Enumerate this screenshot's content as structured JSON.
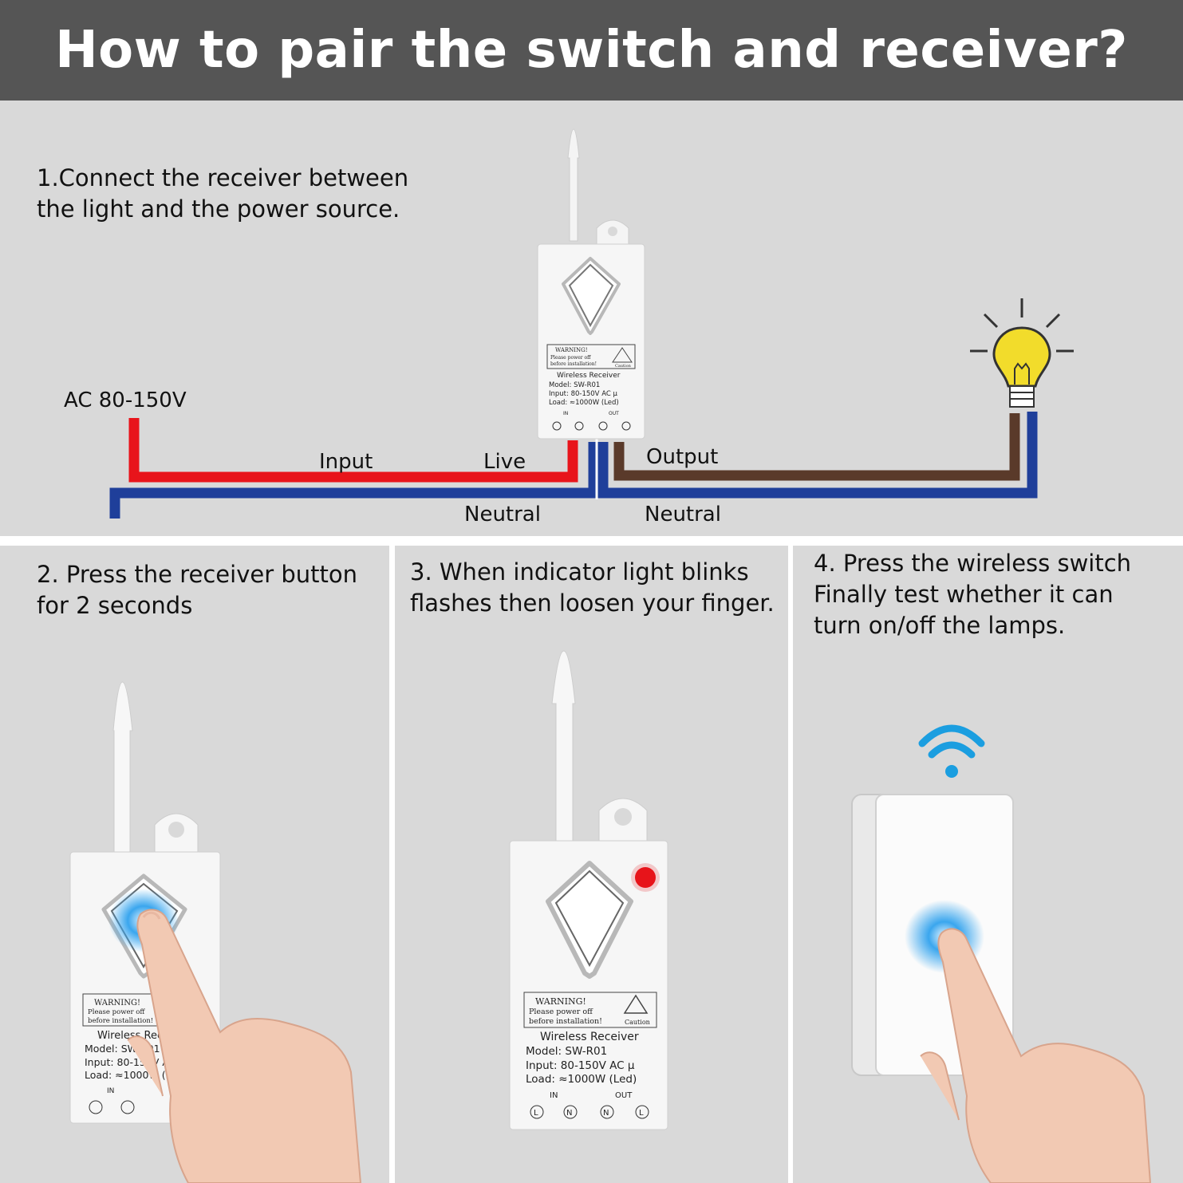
{
  "title": "How to pair the switch and receiver?",
  "steps": [
    {
      "text": "1.Connect the receiver between\nthe light and the power source."
    },
    {
      "text": "2. Press the receiver button\nfor 2 seconds"
    },
    {
      "text": "3. When indicator light blinks\nflashes then loosen your finger."
    },
    {
      "text": "4. Press the wireless switch\nFinally test whether it can\nturn on/off the lamps."
    }
  ],
  "wiring": {
    "power_label": "AC 80-150V",
    "input_label": "Input",
    "live_label": "Live",
    "output_label": "Output",
    "neutral_left": "Neutral",
    "neutral_right": "Neutral"
  },
  "receiver": {
    "warning_title": "WARNING!",
    "warning_line1": "Please power off",
    "warning_line2": "before installation!",
    "caution": "Caution",
    "name": "Wireless Receiver",
    "model": "Model: SW-R01",
    "input": "Input:  80-150V AC  μ",
    "load": "Load:  ≈1000W (Led)",
    "in_label": "IN",
    "out_label": "OUT",
    "t1": "L",
    "t2": "N",
    "t3": "N",
    "t4": "L"
  },
  "colors": {
    "live_wire": "#e8141b",
    "neutral_wire": "#1f3f9a",
    "output_wire": "#5a3a2a",
    "bulb": "#f2dc2b",
    "indicator": "#e8141b",
    "wifi": "#1b9ee0",
    "press_glow": "#3aa6ee"
  }
}
